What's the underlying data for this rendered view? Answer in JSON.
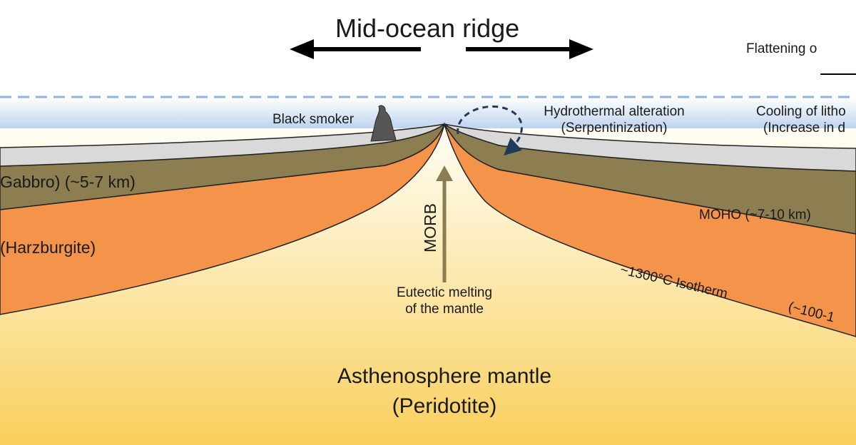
{
  "title": "Mid-ocean ridge",
  "labels": {
    "flattening": "Flattening o",
    "black_smoker": "Black smoker",
    "hydrothermal_line1": "Hydrothermal alteration",
    "hydrothermal_line2": "(Serpentinization)",
    "cooling_line1": "Cooling of litho",
    "cooling_line2": "(Increase in d",
    "gabbro": "Gabbro) (~5-7 km)",
    "harzburgite": "(Harzburgite)",
    "morb": "MORB",
    "eutectic_line1": "Eutectic melting",
    "eutectic_line2": "of the mantle",
    "moho": "MOHO (~7-10 km)",
    "isotherm": "~1300°C Isotherm",
    "isotherm_depth": "(~100-1",
    "asthenosphere_line1": "Asthenosphere mantle",
    "asthenosphere_line2": "(Peridotite)"
  },
  "colors": {
    "sea_top": "#ffffff",
    "sea_bottom": "#7ba7dc",
    "sediment": "#d9d9d9",
    "gabbro": "#8c7e51",
    "harzburgite": "#f3944a",
    "asthenosphere_top": "#fffef6",
    "asthenosphere_bottom": "#f9cf5c",
    "sea_level_dash": "#92b5e0",
    "hydro_arrow": "#1f3b5a",
    "morb_arrow": "#8a7d52"
  }
}
